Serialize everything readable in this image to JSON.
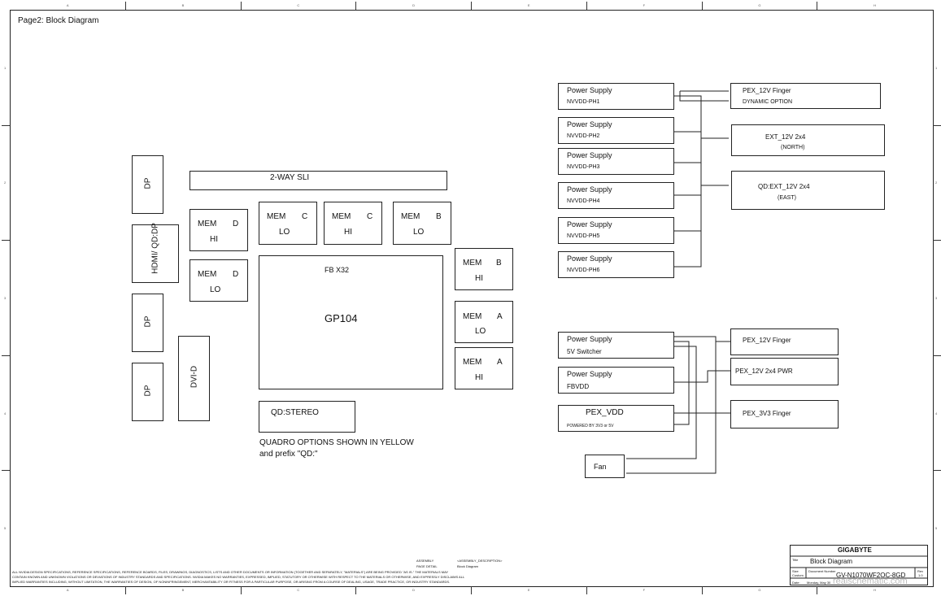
{
  "page_title": "Page2: Block Diagram",
  "ruler": {
    "columns": [
      "A",
      "B",
      "C",
      "D",
      "E",
      "F",
      "G",
      "H"
    ],
    "rows": [
      "1",
      "2",
      "3",
      "4",
      "5"
    ]
  },
  "left": {
    "dp1": "DP",
    "hdmi": "HDMI/ QD:DP",
    "dp2": "DP",
    "dp3": "DP",
    "dvi": "DVI-D",
    "sli": "2-WAY SLI",
    "mem_d_hi": {
      "name": "MEM",
      "ch": "D",
      "pos": "HI"
    },
    "mem_d_lo": {
      "name": "MEM",
      "ch": "D",
      "pos": "LO"
    },
    "mem_c_lo": {
      "name": "MEM",
      "ch": "C",
      "pos": "LO"
    },
    "mem_c_hi": {
      "name": "MEM",
      "ch": "C",
      "pos": "HI"
    },
    "mem_b_lo": {
      "name": "MEM",
      "ch": "B",
      "pos": "LO"
    },
    "mem_b_hi": {
      "name": "MEM",
      "ch": "B",
      "pos": "HI"
    },
    "mem_a_lo": {
      "name": "MEM",
      "ch": "A",
      "pos": "LO"
    },
    "mem_a_hi": {
      "name": "MEM",
      "ch": "A",
      "pos": "HI"
    },
    "gpu_fb": "FB X32",
    "gpu": "GP104",
    "qd_stereo": "QD:STEREO",
    "note_line1": "QUADRO OPTIONS SHOWN IN YELLOW",
    "note_line2": "and prefix \"QD:\""
  },
  "power": {
    "ps_label": "Power Supply",
    "phases": [
      "NVVDD-PH1",
      "NVVDD-PH2",
      "NVVDD-PH3",
      "NVVDD-PH4",
      "NVVDD-PH5",
      "NVVDD-PH6"
    ],
    "pex_finger_dyn": {
      "l1": "PEX_12V Finger",
      "l2": "DYNAMIC OPTION"
    },
    "ext_north": {
      "l1": "EXT_12V 2x4",
      "l2": "(NORTH)"
    },
    "ext_east": {
      "l1": "QD:EXT_12V 2x4",
      "l2": "(EAST)"
    },
    "sw5v": "5V Switcher",
    "fbvdd": "FBVDD",
    "pex_vdd": "PEX_VDD",
    "pex_vdd_sub": "POWERED BY 3V3 or 5V",
    "fan": "Fan",
    "pex_finger": "PEX_12V Finger",
    "pex_2x4_pwr": "PEX_12V 2x4 PWR",
    "pex_3v3": "PEX_3V3 Finger"
  },
  "footer": {
    "disclaimer1": "ALL NVIDIA DESIGN SPECIFICATIONS, REFERENCE SPECIFICATIONS, REFERENCE BOARDS, FILES, DRAWINGS, DIAGNOSTICS, LISTS AND OTHER DOCUMENTS OR INFORMATION (TOGETHER AND SEPARATELY, \"MATERIALS\") ARE BEING PROVIDED \"AS IS.\" THE MATERIALS MAY",
    "disclaimer2": "CONTAIN KNOWN AND UNKNOWN VIOLATIONS OR DEVIATIONS OF INDUSTRY STANDARDS AND SPECIFICATIONS. NVIDIA MAKES NO WARRANTIES, EXPRESSED, IMPLIED, STATUTORY OR OTHERWISE WITH RESPECT TO THE MATERIALS OR OTHERWISE, AND EXPRESSLY DISCLAIMS ALL",
    "disclaimer3": "IMPLIED WARRANTIES INCLUDING, WITHOUT LIMITATION, THE WARRANTIES OF DESIGN, OF NONINFRINGEMENT, MERCHANTABILITY OR FITNESS FOR A PARTICULAR PURPOSE, OR ARISING FROM A COURSE OF DEALING, USAGE, TRADE PRACTICE, OR INDUSTRY STANDARDS.",
    "assembly": "ASSEMBLY",
    "page_detail": "PAGE DETAIL",
    "assembly_desc": "<ASSEMBLY_DESCRIPTION>",
    "block_diagram_small": "Block Diagram"
  },
  "titleblock": {
    "company": "GIGABYTE",
    "title_label": "Title",
    "title": "Block Diagram",
    "size_label": "Size",
    "custom": "Custom",
    "docnum_label": "Document Number",
    "docnum": "GV-N1070WF2OC-8GD",
    "rev_label": "Rev",
    "rev": "1.0",
    "date_label": "Date:",
    "date": "Monday, May 30",
    "watermark": "realschematic.com"
  }
}
